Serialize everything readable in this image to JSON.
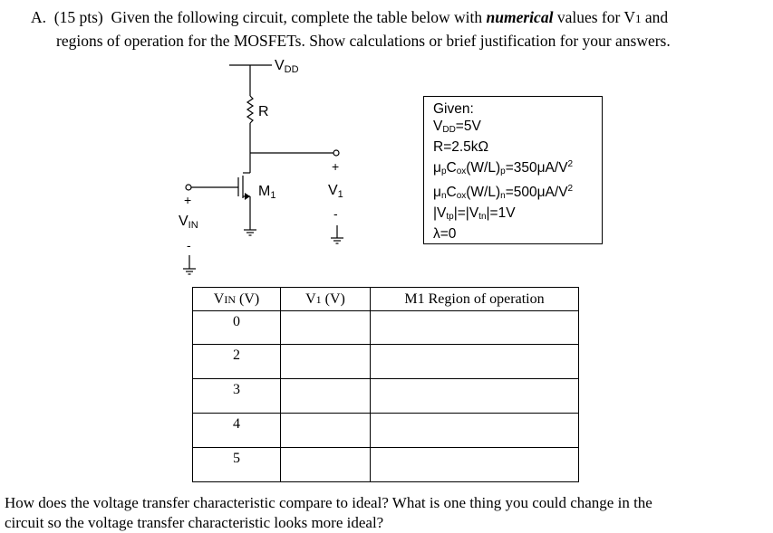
{
  "problem": {
    "label": "A.",
    "points": "(15 pts)",
    "text_before_em": "Given the following circuit, complete the table below with",
    "emphasis": "numerical",
    "text_after_em": "values for V",
    "v_sub": "1",
    "text_end": "and",
    "line2": "regions of operation for the MOSFETs.  Show calculations or brief justification for your answers."
  },
  "circuit": {
    "vdd_label": "V",
    "vdd_sub": "DD",
    "resistor_label": "R",
    "transistor_label": "M",
    "transistor_sub": "1",
    "output_plus": "+",
    "output_minus": "-",
    "output_label": "V",
    "output_sub": "1",
    "input_plus": "+",
    "input_minus": "-",
    "input_label": "V",
    "input_sub": "IN"
  },
  "given": {
    "title": "Given:",
    "vdd": {
      "name": "V",
      "sub": "DD",
      "value": "=5V"
    },
    "r": "R=2.5kΩ",
    "p_param": {
      "name": "μ",
      "sub1": "p",
      "mid": "C",
      "sub2": "ox",
      "wl": "(W/L)",
      "sub3": "p",
      "value": "=350μA/V",
      "sup": "2"
    },
    "n_param": {
      "name": "μ",
      "sub1": "n",
      "mid": "C",
      "sub2": "ox",
      "wl": "(W/L)",
      "sub3": "n",
      "value": "=500μA/V",
      "sup": "2"
    },
    "vt": {
      "a": "|V",
      "sub1": "tp",
      "b": "|=|V",
      "sub2": "tn",
      "c": "|=1V"
    },
    "lambda": "λ=0"
  },
  "table": {
    "headers": [
      {
        "main": "V",
        "sub": "IN",
        "unit": " (V)"
      },
      {
        "main": "V",
        "sub": "1",
        "unit": " (V)"
      },
      {
        "main": "M1 Region of operation",
        "sub": "",
        "unit": ""
      }
    ],
    "rows": [
      {
        "vin": "0",
        "v1": "",
        "region": ""
      },
      {
        "vin": "2",
        "v1": "",
        "region": ""
      },
      {
        "vin": "3",
        "v1": "",
        "region": ""
      },
      {
        "vin": "4",
        "v1": "",
        "region": ""
      },
      {
        "vin": "5",
        "v1": "",
        "region": ""
      }
    ]
  },
  "question": {
    "line1": "How does the voltage transfer characteristic compare to ideal?  What is one thing you could change in the",
    "line2": "circuit so the voltage transfer characteristic looks more ideal?"
  }
}
